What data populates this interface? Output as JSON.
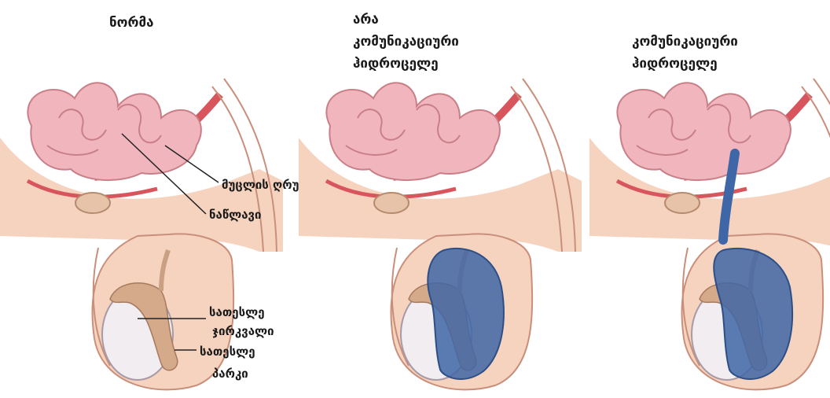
{
  "titles": {
    "normal": "ნორმა",
    "noncommunicating_line1": "არა",
    "noncommunicating_line2": "კომუნიკაციური",
    "noncommunicating_line3": "ჰიდროცელე",
    "communicating_line1": "კომუნიკაციური",
    "communicating_line2": "ჰიდროცელე"
  },
  "labels": {
    "umbilical_cord": "მუცლის ღრუ",
    "intestine": "ნაწლავი",
    "testis_line1": "სათესლე",
    "testis_line2": "ჯირკვალი",
    "scrotum_line1": "სათესლე",
    "scrotum_line2": "პარკი"
  },
  "colors": {
    "skin": "#f6d3bf",
    "skin_outline": "#c98f7a",
    "intestine": "#f1b6bd",
    "peritoneum_red": "#d9555e",
    "fluid_blue": "#3f66a6",
    "testis": "#f1edf1",
    "epididymis": "#d4aa8a"
  }
}
